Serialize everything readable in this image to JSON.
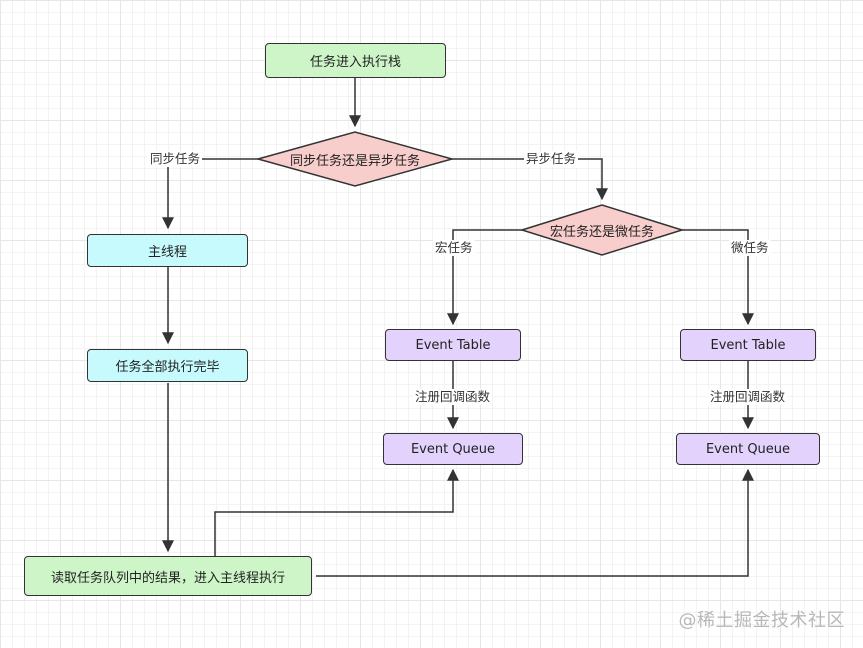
{
  "nodes": {
    "start": "任务进入执行栈",
    "decision_sync_async": "同步任务还是异步任务",
    "main_thread": "主线程",
    "all_done": "任务全部执行完毕",
    "decision_macro_micro": "宏任务还是微任务",
    "macro_event_table": "Event Table",
    "macro_event_queue": "Event Queue",
    "micro_event_table": "Event Table",
    "micro_event_queue": "Event Queue",
    "read_queue": "读取任务队列中的结果，进入主线程执行"
  },
  "edges": {
    "sync": "同步任务",
    "async": "异步任务",
    "macro": "宏任务",
    "micro": "微任务",
    "register_macro": "注册回调函数",
    "register_micro": "注册回调函数"
  },
  "watermark": "@稀土掘金技术社区",
  "colors": {
    "process_green": "#cdf5c8",
    "thread_cyan": "#c6fafd",
    "event_purple": "#e3d2fb",
    "decision_pink": "#f8cecc",
    "stroke": "#333333"
  }
}
